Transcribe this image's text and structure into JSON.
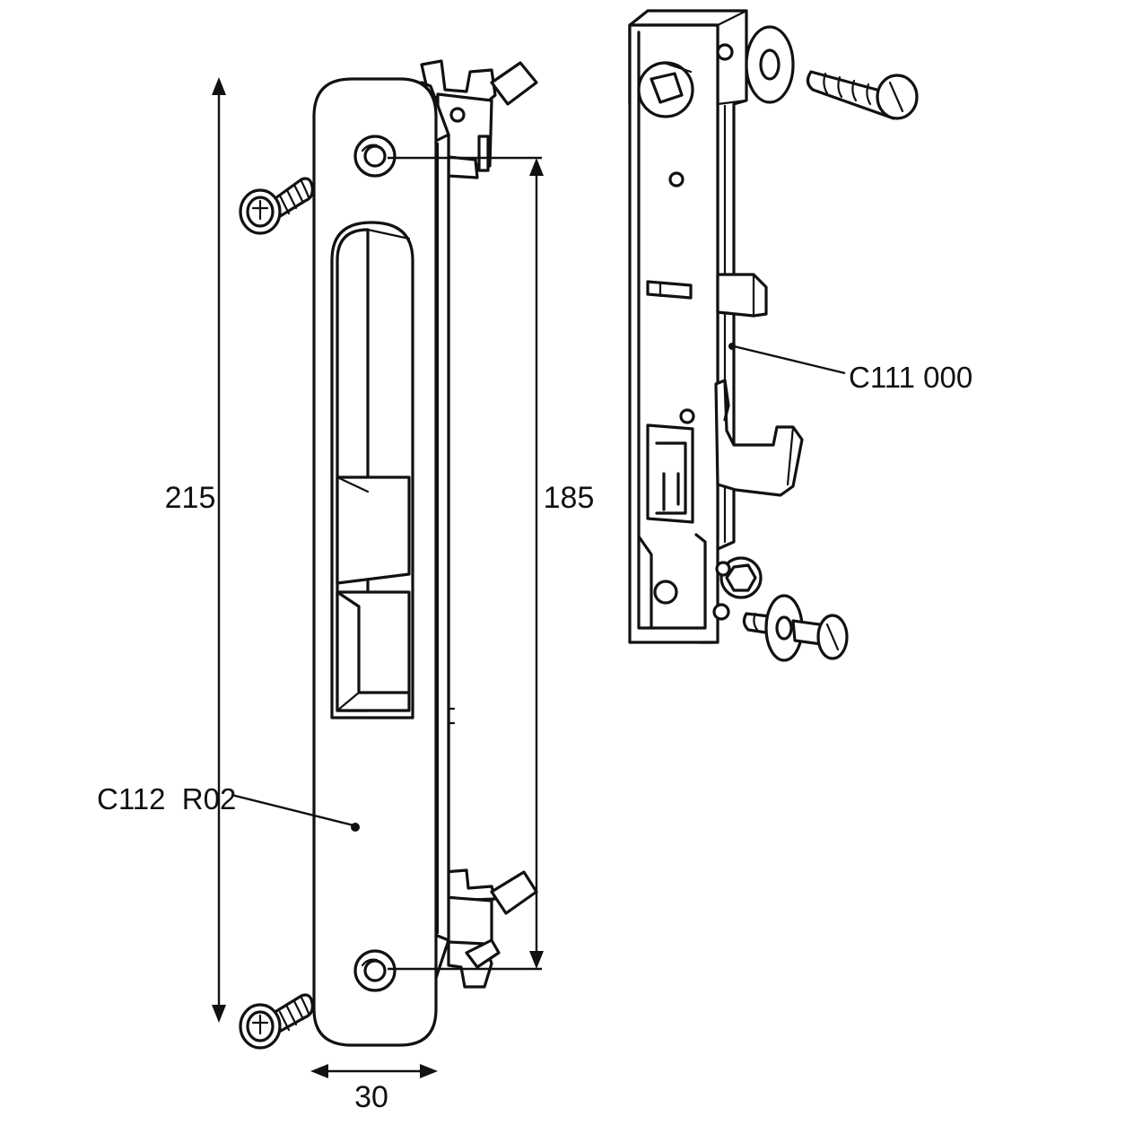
{
  "dimensions": {
    "overall_height": "215",
    "hole_spacing": "185",
    "width": "30"
  },
  "parts": {
    "plate": "C112  R02",
    "lock_body": "C111 000"
  },
  "colors": {
    "line": "#111111",
    "background": "#ffffff"
  }
}
